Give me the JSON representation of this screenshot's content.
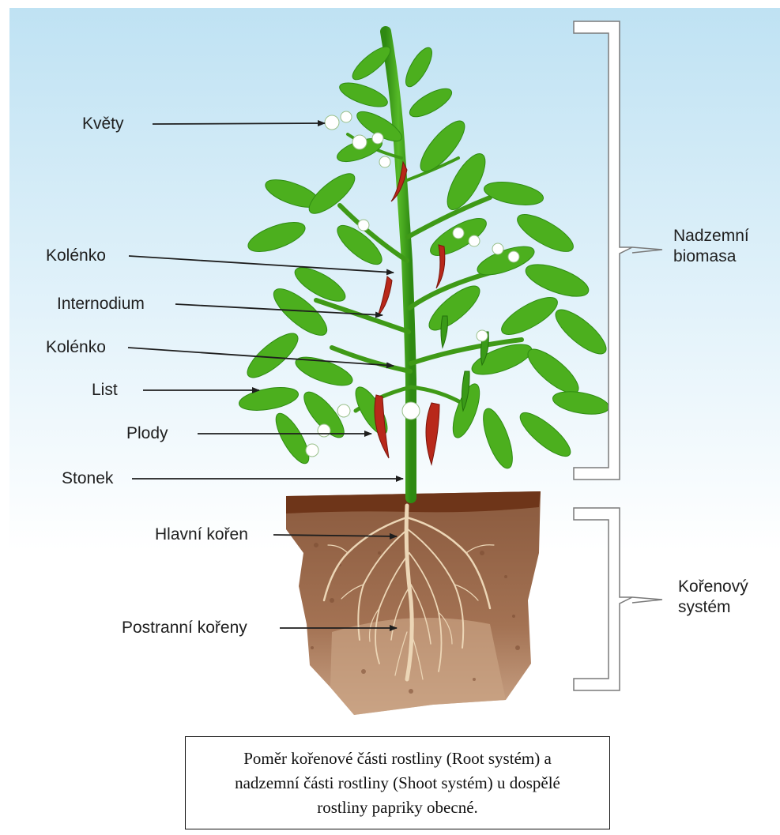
{
  "labels": {
    "kvety": "Květy",
    "kolenko_upper": "Kolénko",
    "internodium": "Internodium",
    "kolenko_lower": "Kolénko",
    "list": "List",
    "plody": "Plody",
    "stonek": "Stonek",
    "hlavni_koren": "Hlavní kořen",
    "postranni_koreny": "Postranní kořeny"
  },
  "brackets": {
    "shoot": {
      "line1": "Nadzemní",
      "line2": "biomasa"
    },
    "root": {
      "line1": "Kořenový",
      "line2": "systém"
    }
  },
  "caption": "Poměr kořenové části rostliny (Root systém) a nadzemní části rostliny (Shoot systém) u dospělé rostliny papriky obecné.",
  "colors": {
    "sky_top": "#c9e6f4",
    "leaf": "#4caf1e",
    "leaf_dark": "#2f8c12",
    "stem": "#3f9a17",
    "soil_top": "#6b3418",
    "soil": "#9b6a4c",
    "soil_light": "#c8a184",
    "root": "#e9d2b3",
    "pepper": "#b8281a",
    "bracket": "#6e6e6e"
  }
}
